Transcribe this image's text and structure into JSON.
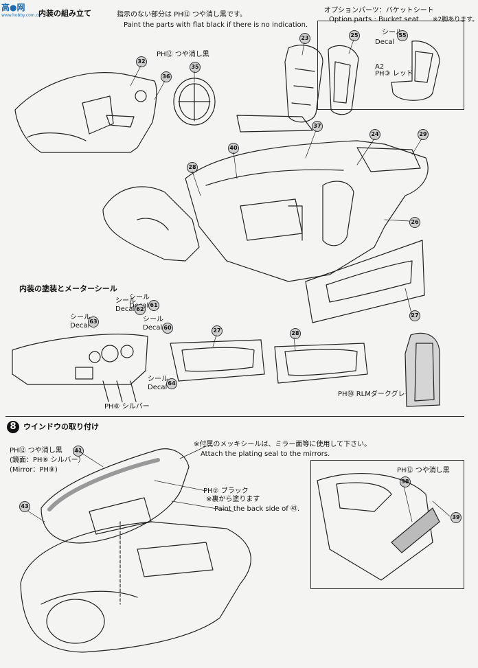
{
  "logo": {
    "text": "高●网",
    "sub": "www.hobby.com.cn"
  },
  "section7": {
    "title": "内装の組み立て",
    "note_jp": "指示のない部分は PH⑫ つや消し黒です。",
    "note_en": "Paint the parts with flat black if there is no indication.",
    "paint_label": "PH⑫ つや消し黒"
  },
  "option": {
    "title_jp": "オプションパーツ：バケットシート",
    "title_en": "Option parts : Bucket seat",
    "qty": "※2脚あります。",
    "seal": "シール",
    "decal": "Decal",
    "a2": "A2",
    "red": "PH③ レッド"
  },
  "meter": {
    "title": "内装の塗装とメーターシール",
    "seal": "シール",
    "decal": "Decal",
    "silver": "PH⑧ シルバー",
    "rlm": "PH㊿ RLMダークグレー"
  },
  "section8": {
    "step": "8",
    "title": "ウインドウの取り付け",
    "paint1": "PH⑫ つや消し黒",
    "mirror_jp": "(鏡面：PH⑧ シルバー）",
    "mirror_en": "(Mirror：PH⑧)",
    "plating_jp": "※付属のメッキシールは、ミラー面等に使用して下さい。",
    "plating_en": "Attach the plating seal to the mirrors.",
    "black": "PH② ブラック",
    "back_jp": "※裏から塗ります",
    "back_en": "Paint the back side of ㊸.",
    "paint2": "PH⑫ つや消し黒"
  },
  "parts": {
    "p23": "23",
    "p25": "25",
    "p32": "32",
    "p36": "36",
    "p35": "35",
    "p37": "37",
    "p40": "40",
    "p24": "24",
    "p29": "29",
    "p28a": "28",
    "p26": "26",
    "p27a": "27",
    "p27b": "27",
    "p28b": "28",
    "p55": "55",
    "p62": "62",
    "p61": "61",
    "p63": "63",
    "p60": "60",
    "p64": "64",
    "p41": "41",
    "p43": "43",
    "p38": "38",
    "p39": "39"
  }
}
